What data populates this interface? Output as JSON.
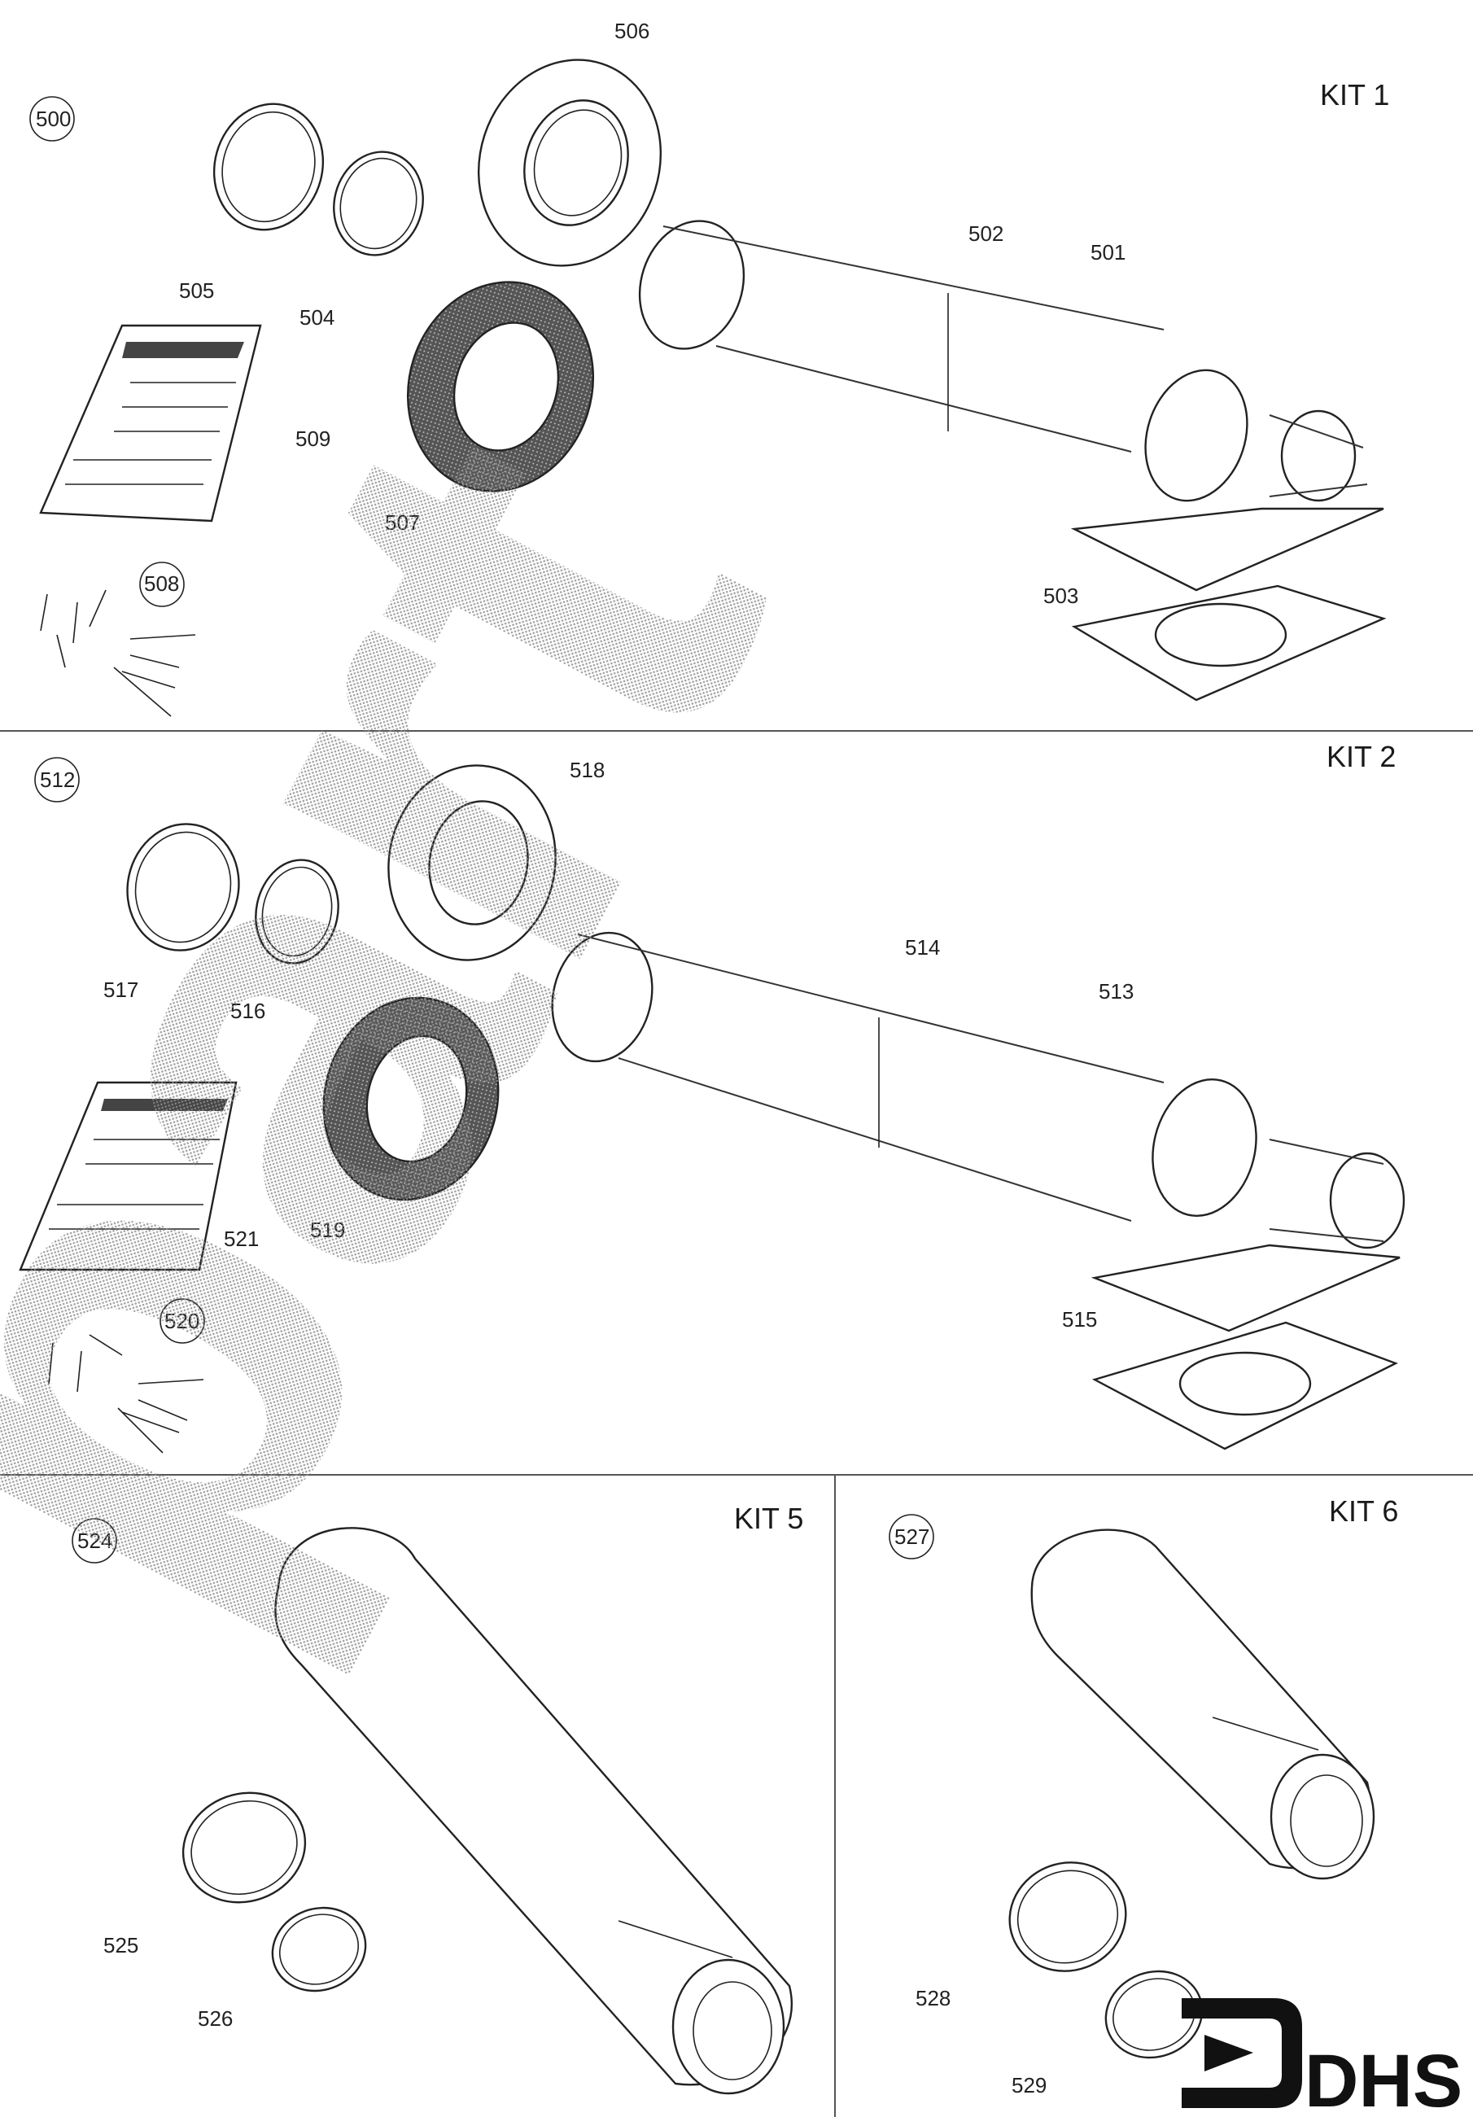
{
  "watermark": "part",
  "logo": {
    "text": "DHS",
    "color": "#111111"
  },
  "kits": [
    {
      "title": "KIT 1",
      "main_ref": "500",
      "labels": [
        "506",
        "505",
        "504",
        "502",
        "501",
        "509",
        "507",
        "508",
        "503"
      ]
    },
    {
      "title": "KIT 2",
      "main_ref": "512",
      "labels": [
        "518",
        "517",
        "516",
        "514",
        "513",
        "521",
        "519",
        "520",
        "515"
      ]
    },
    {
      "title": "KIT 5",
      "main_ref": "524",
      "labels": [
        "525",
        "526"
      ]
    },
    {
      "title": "KIT 6",
      "main_ref": "527",
      "labels": [
        "528",
        "529"
      ]
    }
  ],
  "colors": {
    "line": "#222222",
    "watermark": "#9a9a9a",
    "divider": "#555555"
  }
}
